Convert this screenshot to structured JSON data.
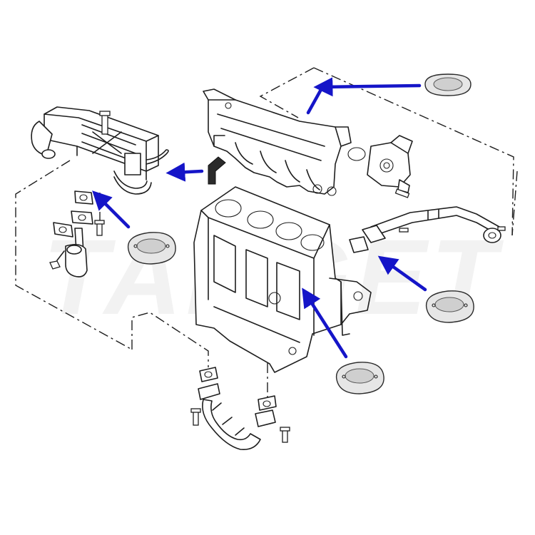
{
  "colors": {
    "arrow": "#1515c8",
    "line": "#1e1e1e",
    "plate": "#e6e6e6",
    "plate_insert": "#cfcfcf"
  },
  "watermark": {
    "text": "TARGET"
  },
  "components": {
    "egr_cooler": "egr-cooler",
    "cylinder_head": "cylinder-head",
    "engine_block": "engine-block",
    "egr_valve": "egr-valve",
    "egr_pipe": "egr-pipe",
    "lower_pipe": "lower-egr-pipe"
  },
  "blanking_plates": [
    {
      "name": "blanking-plate-top"
    },
    {
      "name": "blanking-plate-left"
    },
    {
      "name": "blanking-plate-right"
    },
    {
      "name": "blanking-plate-bottom"
    }
  ],
  "arrows": [
    {
      "name": "arrow-to-cylinder-head"
    },
    {
      "name": "arrow-to-egr-cooler"
    },
    {
      "name": "arrow-to-cooler-flange"
    },
    {
      "name": "arrow-to-egr-pipe"
    },
    {
      "name": "arrow-to-block-port"
    }
  ]
}
